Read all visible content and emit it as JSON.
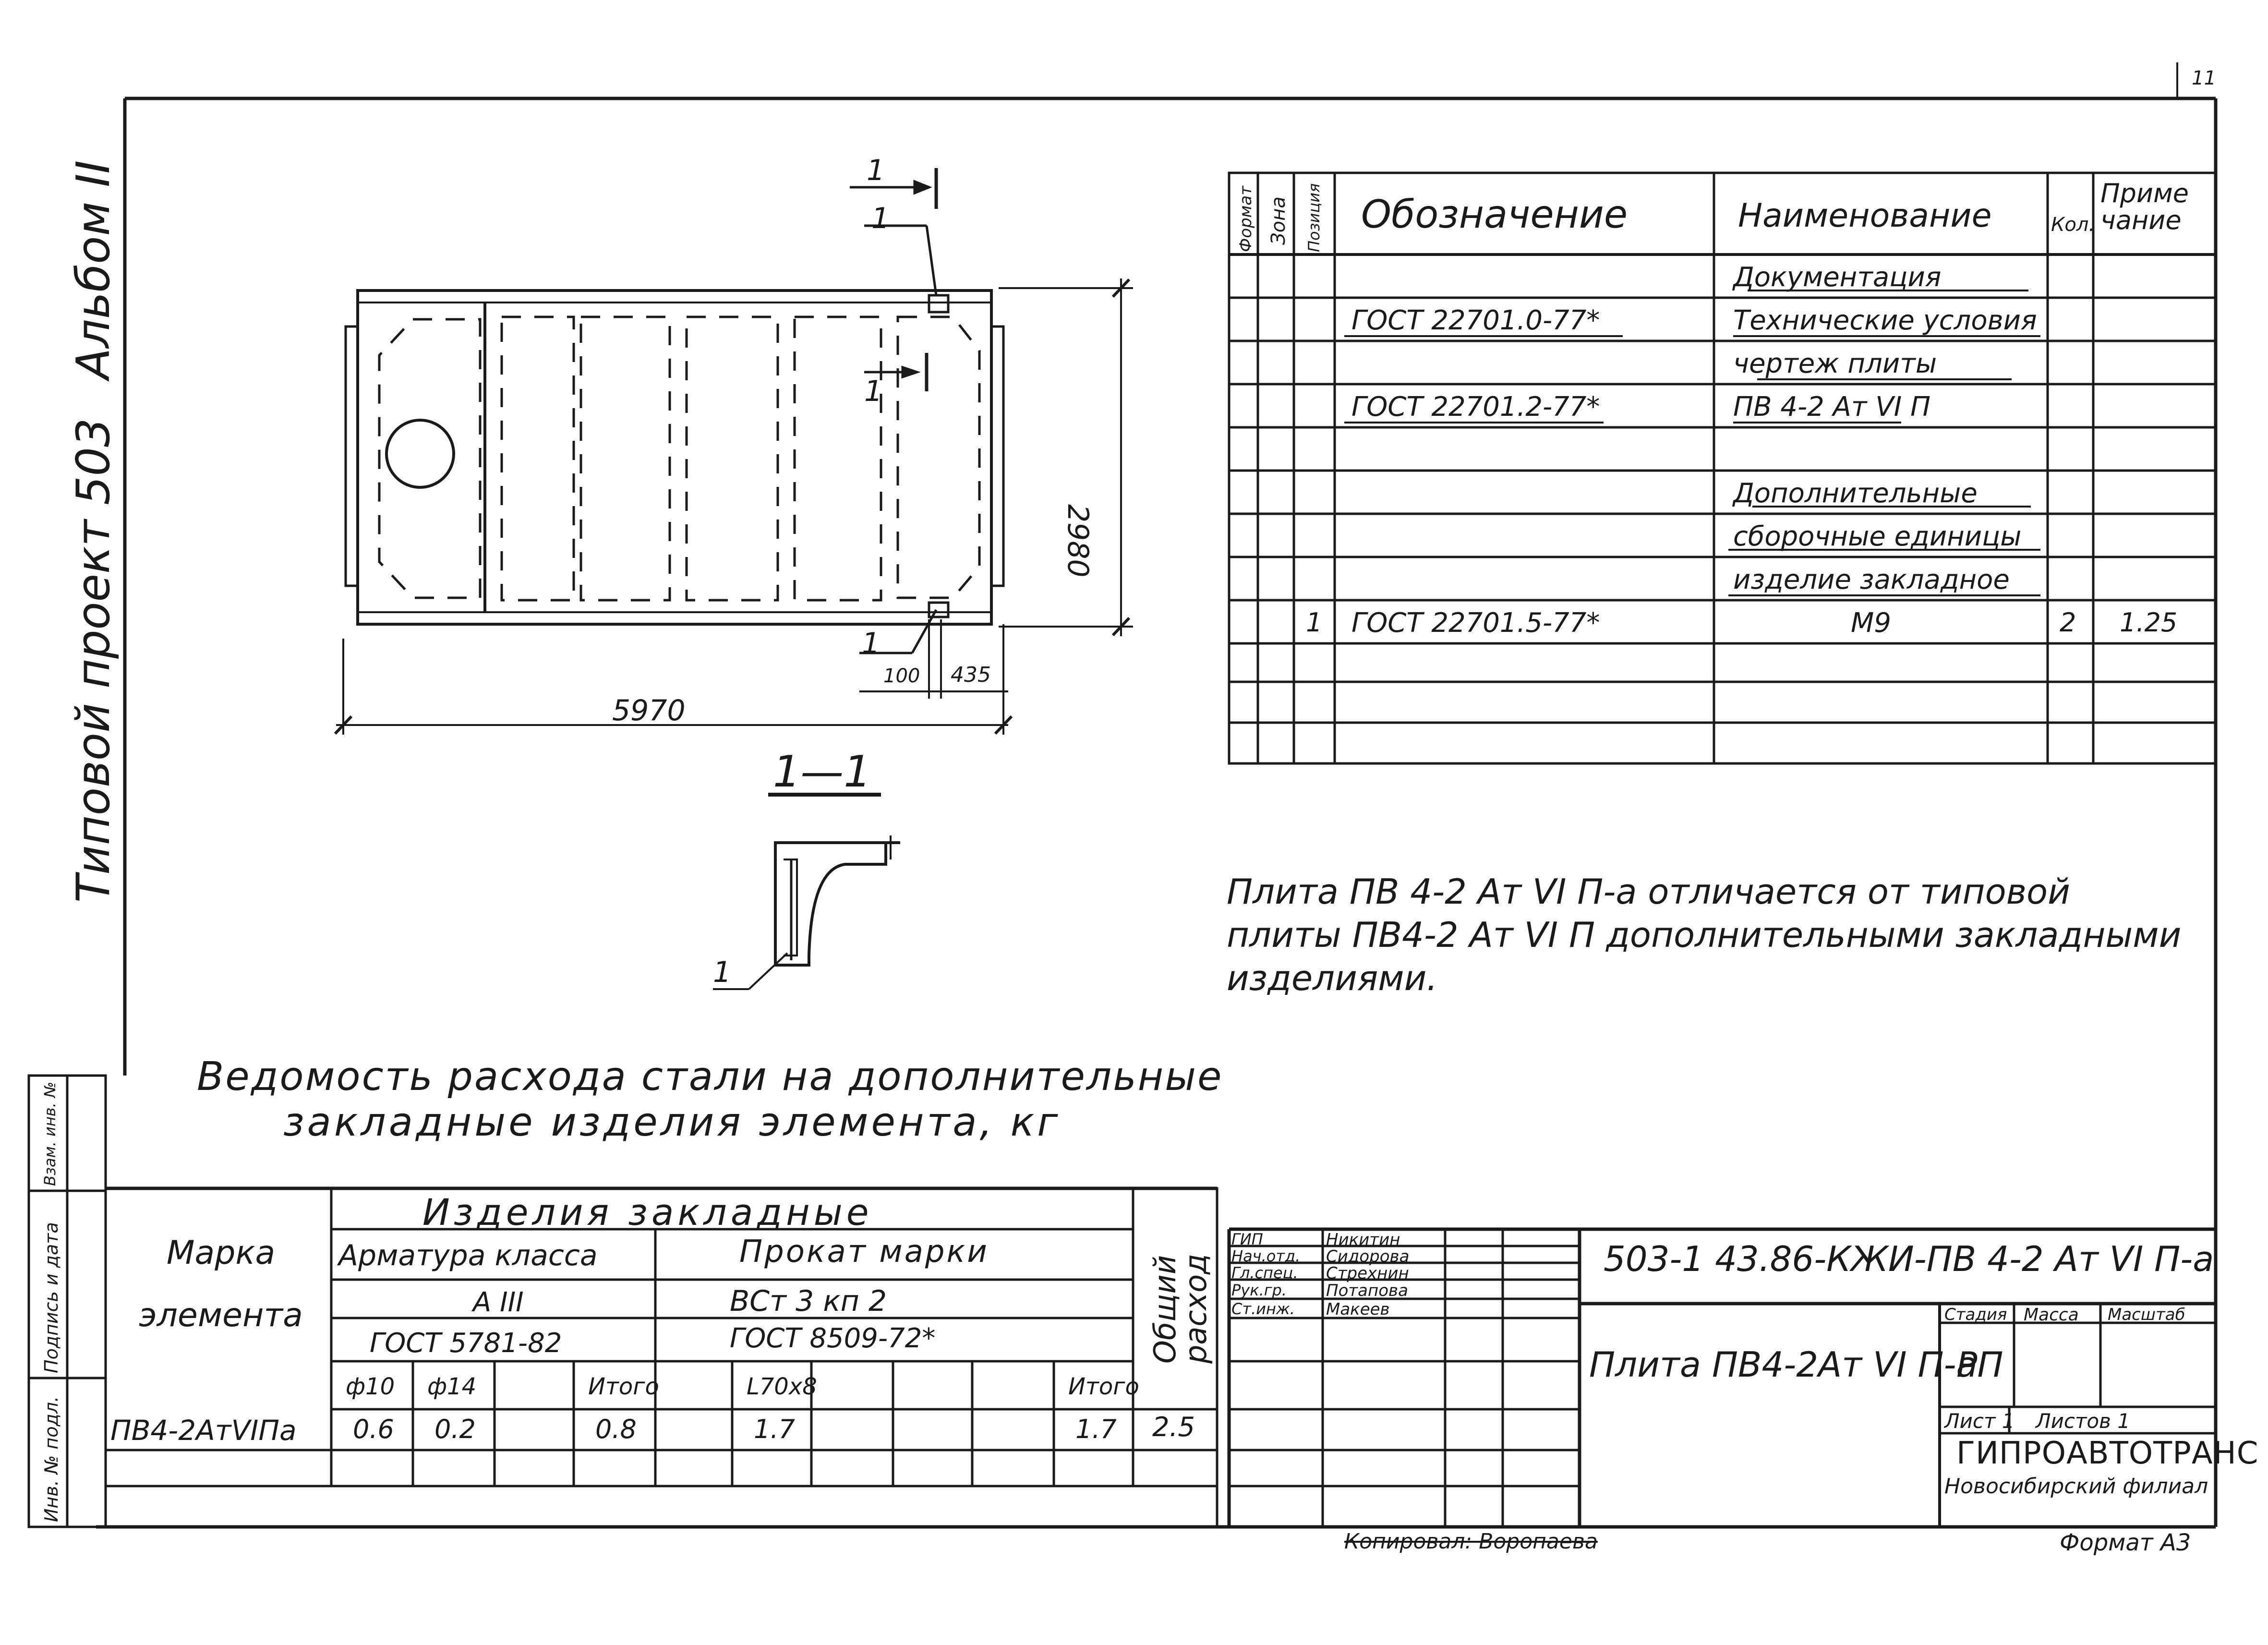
{
  "sheet_corner_number": "11",
  "side_labels": {
    "album": "Альбом II",
    "project": "Типовой проект 503"
  },
  "left_stamp": [
    "Инв. № подл.",
    "Подпись и дата",
    "Взам. инв. №"
  ],
  "plan": {
    "dim_length": "5970",
    "dim_width": "2980",
    "dim_offset_small": "100",
    "dim_offset": "435",
    "section_label": "1",
    "callout_1": "1",
    "callout_2": "1",
    "callout_3": "1",
    "section_view_title": "1—1",
    "section_callout": "1"
  },
  "spec_table": {
    "headers": {
      "format": "Формат",
      "zone": "Зона",
      "position": "Позиция",
      "designation": "Обозначение",
      "name": "Наименование",
      "qty": "Кол.",
      "note": "Приме чание"
    },
    "rows": [
      {
        "pos": "",
        "designation": "",
        "name": "Документация",
        "qty": "",
        "note": ""
      },
      {
        "pos": "",
        "designation": "ГОСТ 22701.0-77*",
        "name": "Технические условия",
        "qty": "",
        "note": ""
      },
      {
        "pos": "",
        "designation": "",
        "name": "чертеж плиты",
        "qty": "",
        "note": ""
      },
      {
        "pos": "",
        "designation": "ГОСТ 22701.2-77*",
        "name": "ПВ 4-2 Ат VI П",
        "qty": "",
        "note": ""
      },
      {
        "pos": "",
        "designation": "",
        "name": "",
        "qty": "",
        "note": ""
      },
      {
        "pos": "",
        "designation": "",
        "name": "Дополнительные",
        "qty": "",
        "note": ""
      },
      {
        "pos": "",
        "designation": "",
        "name": "сборочные единицы",
        "qty": "",
        "note": ""
      },
      {
        "pos": "",
        "designation": "",
        "name": "изделие закладное",
        "qty": "",
        "note": ""
      },
      {
        "pos": "1",
        "designation": "ГОСТ 22701.5-77*",
        "name": "М9",
        "qty": "2",
        "note": "1.25"
      },
      {
        "pos": "",
        "designation": "",
        "name": "",
        "qty": "",
        "note": ""
      },
      {
        "pos": "",
        "designation": "",
        "name": "",
        "qty": "",
        "note": ""
      },
      {
        "pos": "",
        "designation": "",
        "name": "",
        "qty": "",
        "note": ""
      }
    ]
  },
  "note_text": [
    "Плита ПВ 4-2 Ат VI П-а отличается от типовой",
    "плиты ПВ4-2 Ат VI П дополнительными закладными",
    "изделиями."
  ],
  "steel_title": [
    "Ведомость расхода стали на дополнительные",
    "закладные изделия элемента, кг"
  ],
  "steel_table": {
    "mark_header": "Марка элемента",
    "group_header": "Изделия закладные",
    "rebar_header": "Арматура класса",
    "rebar_class": "А III",
    "rebar_gost": "ГОСТ 5781-82",
    "rolled_header": "Прокат марки",
    "rolled_grade": "ВСт 3 кп 2",
    "rolled_gost": "ГОСТ 8509-72*",
    "total_header": "Общий расход",
    "subcols": [
      "ф10",
      "ф14",
      "",
      "Итого",
      "L70х8",
      "",
      "",
      "",
      "Итого"
    ],
    "row": {
      "mark": "ПВ4-2АтVIПа",
      "cells": [
        "0.6",
        "0.2",
        "",
        "0.8",
        "1.7",
        "",
        "",
        "",
        "1.7"
      ],
      "total": "2.5"
    }
  },
  "title_block": {
    "code": "503-1 43.86-КЖИ-ПВ 4-2 Ат VI П-а",
    "sheet_title": "Плита ПВ4-2Ат VI П-а",
    "roles": [
      {
        "role": "ГИП",
        "name": "Никитин"
      },
      {
        "role": "Нач.отд.",
        "name": "Сидорова"
      },
      {
        "role": "Гл.спец.",
        "name": "Стрехнин"
      },
      {
        "role": "Рук.гр.",
        "name": "Потапова"
      },
      {
        "role": "Ст.инж.",
        "name": "Макеев"
      }
    ],
    "stage_header": "Стадия",
    "mass_header": "Масса",
    "scale_header": "Масштаб",
    "stage_value": "РП",
    "sheet_label": "Лист 1",
    "sheets_label": "Листов 1",
    "org_name": "ГИПРОАВТОТРАНС",
    "org_branch": "Новосибирский филиал"
  },
  "copied_by": "Копировал: Воропаева",
  "format": "Формат А3"
}
